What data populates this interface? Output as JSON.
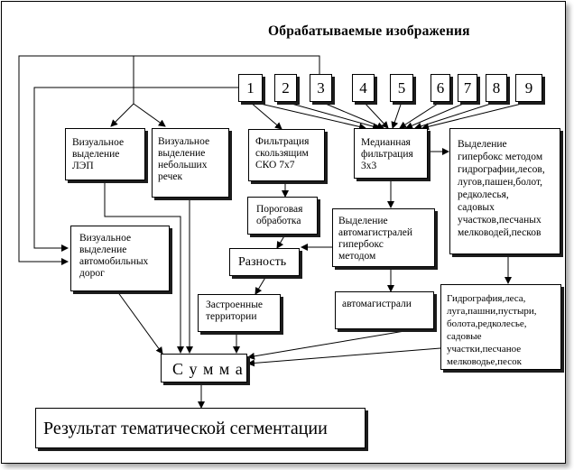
{
  "title": "Обрабатываемые изображения",
  "numbers": [
    "1",
    "2",
    "3",
    "4",
    "5",
    "6",
    "7",
    "8",
    "9"
  ],
  "boxes": {
    "lep": "Визуальное\nвыделение\nЛЭП",
    "rivers": "Визуальное\nвыделение\nнебольших\nречек",
    "filtration": "Фильтрация\nскользящим\nСКО 7х7",
    "median": "Медианная\nфильтрация\n3х3",
    "hyperbox_hydro": "Выделение\nгипербокс методом\nгидрографии,лесов,\nлугов,пашен,болот,\nредколесья,\nсадовых\nучастков,песчаных\nмелководей,песков",
    "roads": "Визуальное\nвыделение\nавтомобильных\nдорог",
    "threshold": "Пороговая\nобработка",
    "highways_hyperbox": "Выделение\nавтомагистралей\nгипербокс\nметодом",
    "difference": "Разность",
    "built_up": "Застроенные\nтерритории",
    "highways": "автомагистрали",
    "hydro_result": "Гидрография,леса,\nлуга,пашни,пустыри,\nболота,редколесье,\nсадовые\nучастки,песчаное\nмелководье,песок",
    "sum": "С у м м а",
    "result": "Результат тематической сегментации"
  }
}
